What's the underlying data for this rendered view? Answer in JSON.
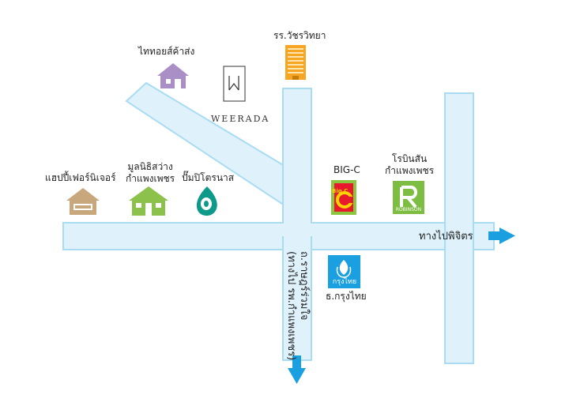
{
  "map": {
    "road_color": "#dff1fb",
    "road_edge_color": "#a9dcf3",
    "arrow_color": "#1aa0e0",
    "labels": {
      "hotel": "ไททอยส์ค้าส่ง",
      "school": "รร.วัชรวิทยา",
      "weerada": "WEERADA",
      "happy_furniture": "แฮปปี้เฟอร์นิเจอร์",
      "foundation_line1": "มูลนิธิสว่าง",
      "foundation_line2": "กำแพงเพชร",
      "ptt": "ปั๊มปิโตรนาส",
      "bigc": "BIG-C",
      "bigc_logo": "Big C",
      "robinson_line1": "โรบินสัน",
      "robinson_line2": "กำแพงเพชร",
      "robinson_logo": "ROBINSON",
      "to_phichit": "ทางไปพิจิตร",
      "bank_logo": "กรุงไทย",
      "bank": "ธ.กรุงไทย",
      "road_line1": "ถ.ราษฎร์ร่วมใจ",
      "road_line2": "(ทางไป รพ.กำแพงเพชร)"
    }
  }
}
